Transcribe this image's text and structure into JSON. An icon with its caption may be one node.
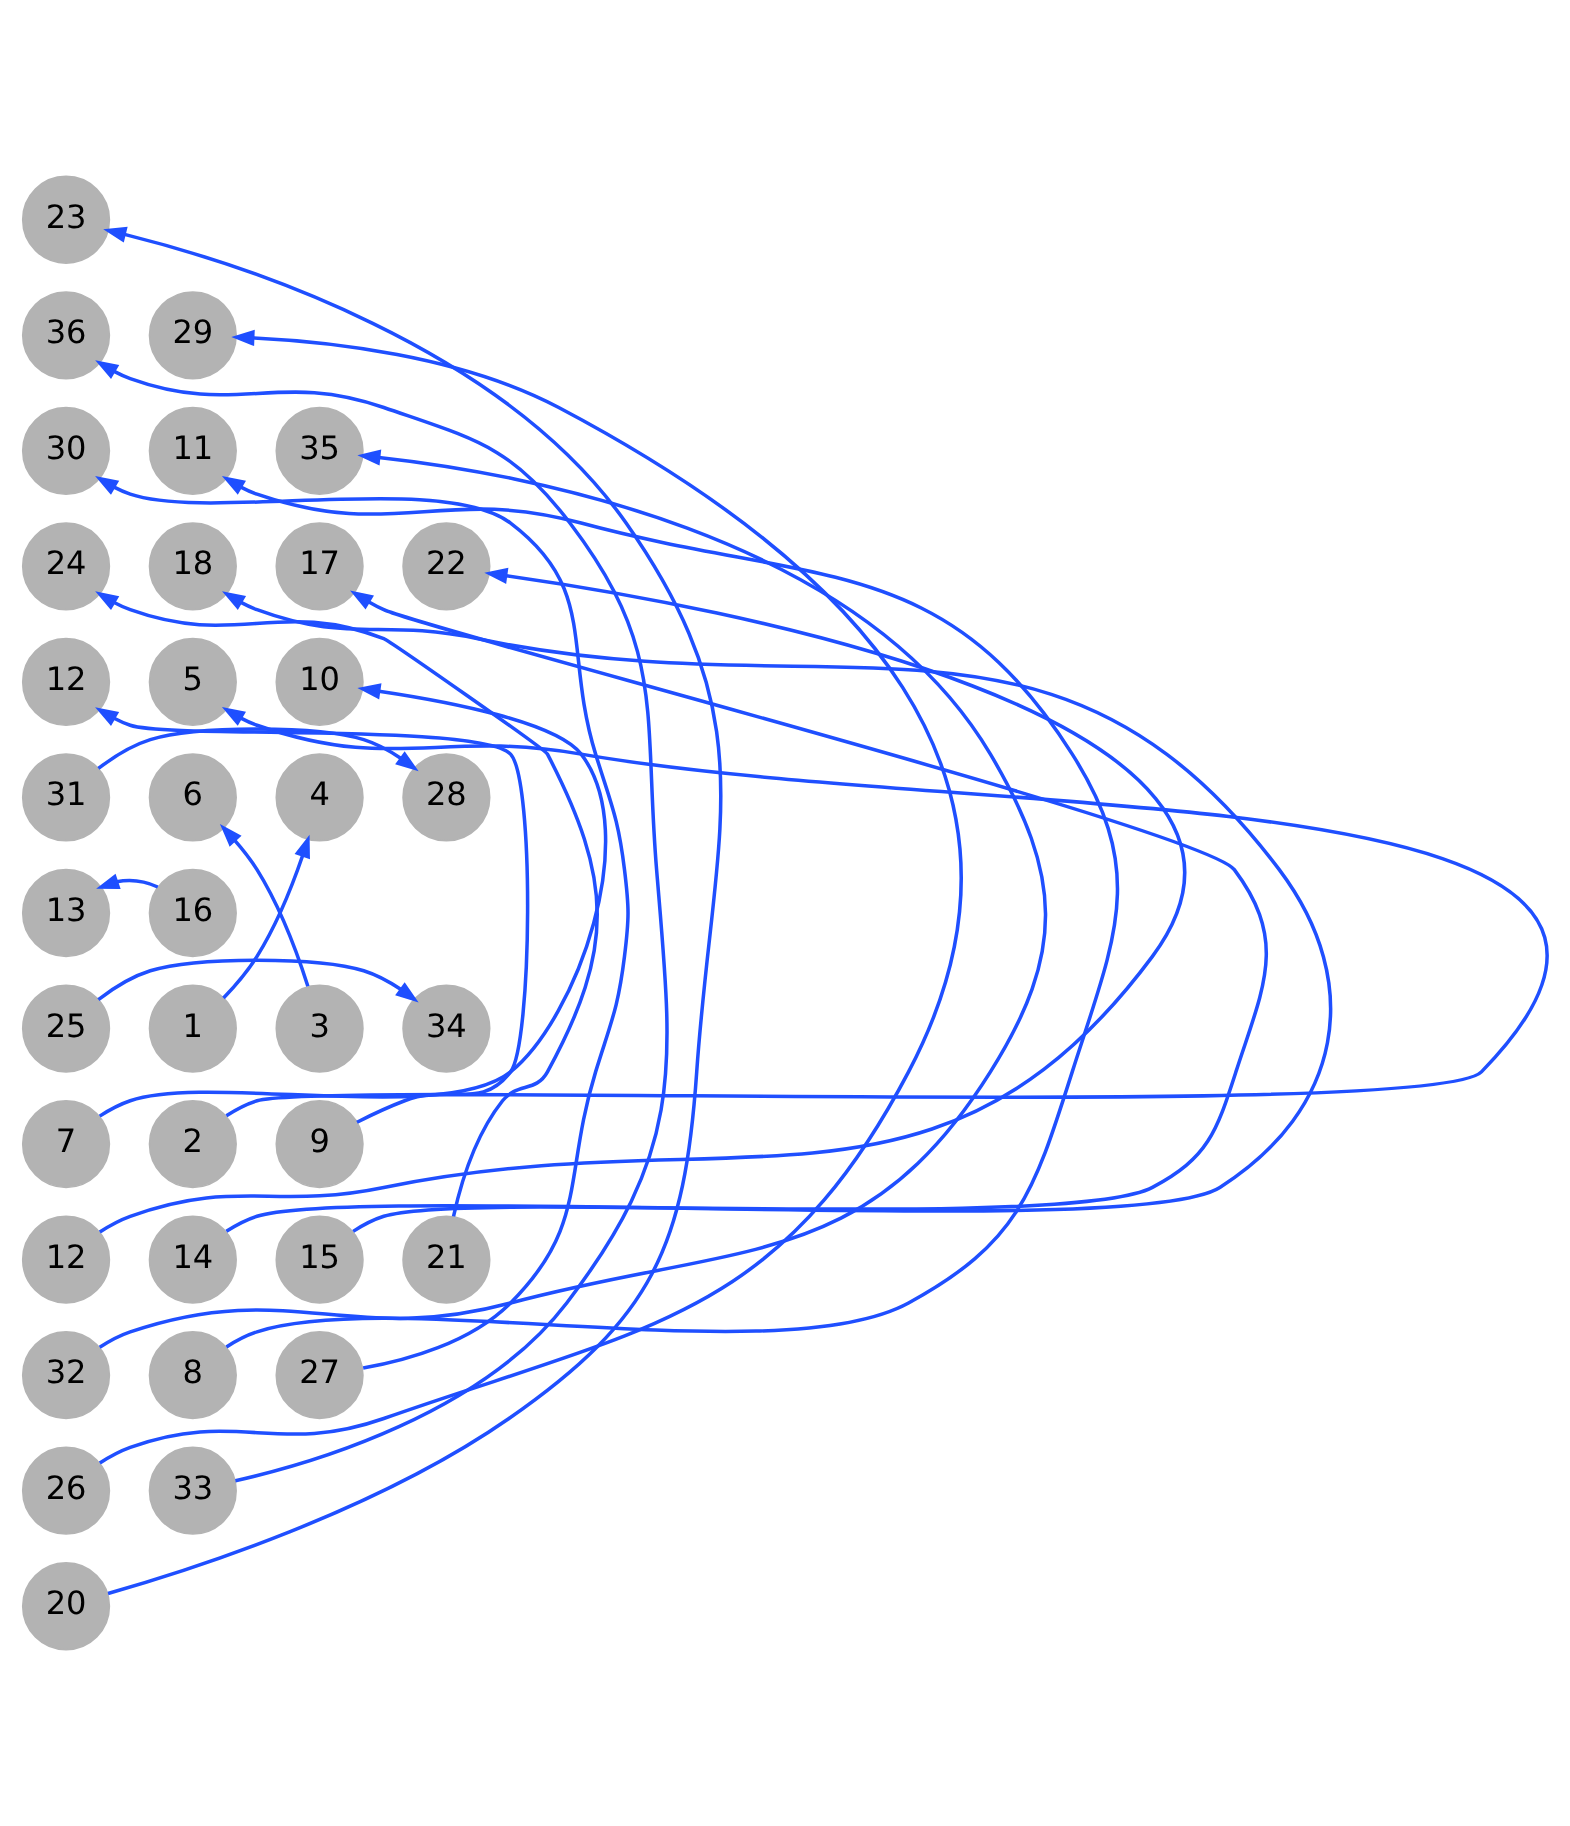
{
  "diagram": {
    "nodes": [
      {
        "text": [
          "23"
        ]
      },
      {
        "text": [
          "36"
        ]
      },
      {
        "text": [
          "29"
        ]
      },
      {
        "text": [
          "30"
        ]
      },
      {
        "text": [
          "11"
        ]
      },
      {
        "text": [
          "35"
        ]
      },
      {
        "text": [
          "24"
        ]
      },
      {
        "text": [
          "18"
        ]
      },
      {
        "text": [
          "17"
        ]
      },
      {
        "text": [
          "22"
        ]
      },
      {
        "text": [
          "12"
        ]
      },
      {
        "text": [
          "5"
        ]
      },
      {
        "text": [
          "10"
        ]
      },
      {
        "text": [
          "31"
        ]
      },
      {
        "text": [
          "6"
        ]
      },
      {
        "text": [
          "4"
        ]
      },
      {
        "text": [
          "28"
        ]
      },
      {
        "text": [
          "13"
        ]
      },
      {
        "text": [
          "16"
        ]
      },
      {
        "text": [
          "25"
        ]
      },
      {
        "text": [
          "1"
        ]
      },
      {
        "text": [
          "3"
        ]
      },
      {
        "text": [
          "34"
        ]
      },
      {
        "text": [
          "7"
        ]
      },
      {
        "text": [
          "2"
        ]
      },
      {
        "text": [
          "9"
        ]
      },
      {
        "text": [
          "12"
        ]
      },
      {
        "text": [
          "14"
        ]
      },
      {
        "text": [
          "15"
        ]
      },
      {
        "text": [
          "21"
        ]
      },
      {
        "text": [
          "32"
        ]
      },
      {
        "text": [
          "8"
        ]
      },
      {
        "text": [
          "27"
        ]
      },
      {
        "text": [
          "26"
        ]
      },
      {
        "text": [
          "33"
        ]
      },
      {
        "text": [
          "20"
        ]
      }
    ],
    "edges": [
      {
        "from": 20,
        "to": 15,
        "arrow": "to"
      },
      {
        "from": 24,
        "to": 11,
        "arrow": "to"
      },
      {
        "from": 21,
        "to": 14,
        "arrow": "to"
      },
      {
        "from": 23,
        "to": 12,
        "arrow": "to"
      },
      {
        "from": 31,
        "to": 4,
        "arrow": "to"
      },
      {
        "from": 25,
        "to": 10,
        "arrow": "to"
      },
      {
        "from": 26,
        "to": 9,
        "arrow": "to"
      },
      {
        "from": 27,
        "to": 8,
        "arrow": "to"
      },
      {
        "from": 28,
        "to": 7,
        "arrow": "to"
      },
      {
        "from": 18,
        "to": 17,
        "arrow": "to"
      },
      {
        "from": 35,
        "to": 0,
        "arrow": "to"
      },
      {
        "from": 29,
        "to": 6,
        "arrow": "to"
      },
      {
        "from": 19,
        "to": 22,
        "arrow": "to"
      },
      {
        "from": 33,
        "to": 2,
        "arrow": "to"
      },
      {
        "from": 32,
        "to": 3,
        "arrow": "to"
      },
      {
        "from": 13,
        "to": 16,
        "arrow": "to"
      },
      {
        "from": 30,
        "to": 5,
        "arrow": "to"
      },
      {
        "from": 34,
        "to": 1,
        "arrow": "to"
      }
    ]
  }
}
